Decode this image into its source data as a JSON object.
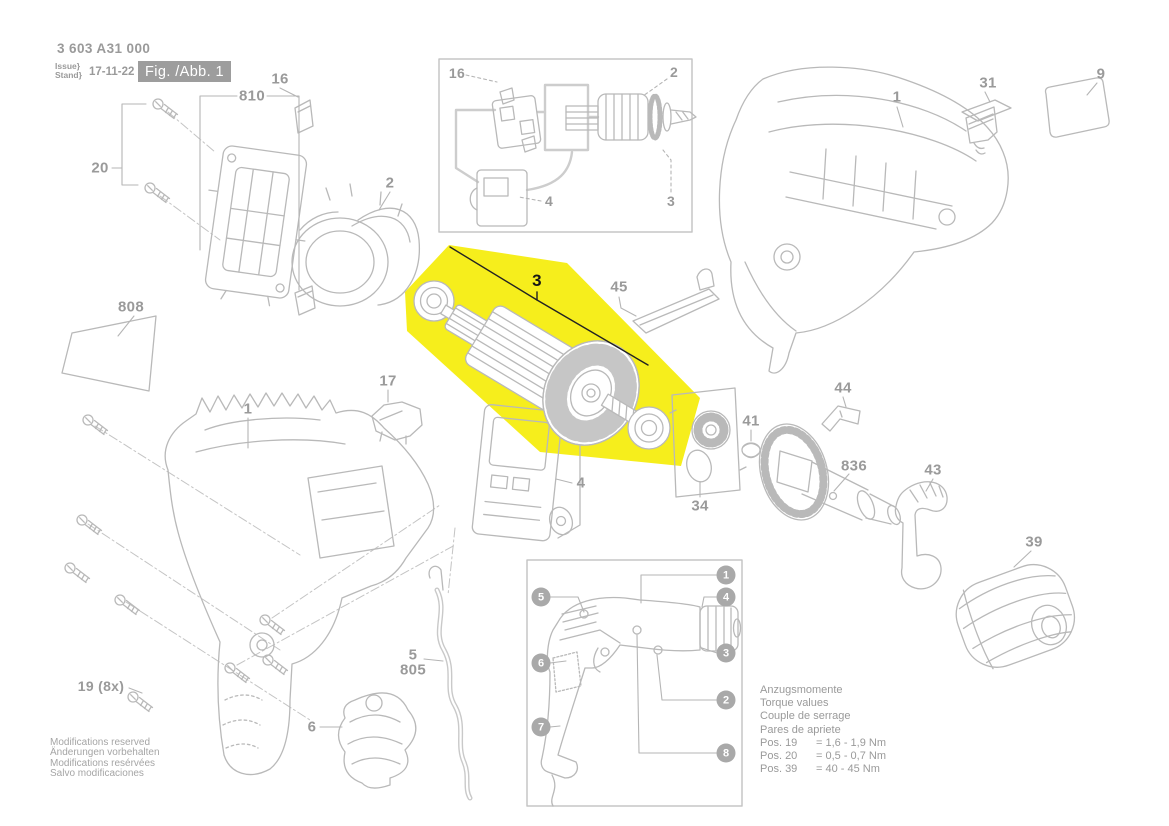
{
  "colors": {
    "highlight_yellow": "#f6ee1c",
    "line_gray": "#b9b9b9",
    "label_gray": "#9a9a9a",
    "badge_gray": "#9d9d9d",
    "callout_circle_gray": "#a9a9a9",
    "emphasis_black": "#161616"
  },
  "header": {
    "part_number": "3 603 A31 000",
    "issue_label": "Issue",
    "stand_label": "Stand",
    "brace": "}",
    "date": "17-11-22",
    "figure_label": "Fig. /Abb. 1"
  },
  "part_labels": {
    "brush_plate": "810",
    "brush": "16",
    "screws_small": "20",
    "nameplate": "808",
    "stator": "2",
    "housing_left": "1",
    "bracket": "17",
    "screws_main": "19 (8x)",
    "grommet": "6",
    "cord": "5",
    "cord_sub": "805",
    "switch": "4",
    "armature": "3",
    "selector": "45",
    "bearing_plate": "34",
    "spring": "41",
    "lever": "44",
    "gear_spindle": "836",
    "clip": "43",
    "chuck": "39",
    "housing_right": "1",
    "button": "31",
    "label_plate": "9"
  },
  "inset_top": {
    "brush": "16",
    "stator": "2",
    "switch": "4",
    "armature": "3"
  },
  "inset_bottom": {
    "right": [
      "1",
      "4",
      "3",
      "2",
      "8"
    ],
    "left": [
      "5",
      "6",
      "7"
    ]
  },
  "torque": {
    "titles": [
      "Anzugsmomente",
      "Torque values",
      "Couple de serrage",
      "Pares de apriete"
    ],
    "rows": [
      {
        "pos": "Pos. 19",
        "value": "=  1,6 - 1,9 Nm"
      },
      {
        "pos": "Pos. 20",
        "value": "=  0,5 - 0,7 Nm"
      },
      {
        "pos": "Pos. 39",
        "value": "=  40 - 45 Nm"
      }
    ]
  },
  "footer": {
    "lines": [
      "Modifications reserved",
      "Änderungen vorbehalten",
      "Modifications resérvées",
      "Salvo modificaciones"
    ]
  }
}
